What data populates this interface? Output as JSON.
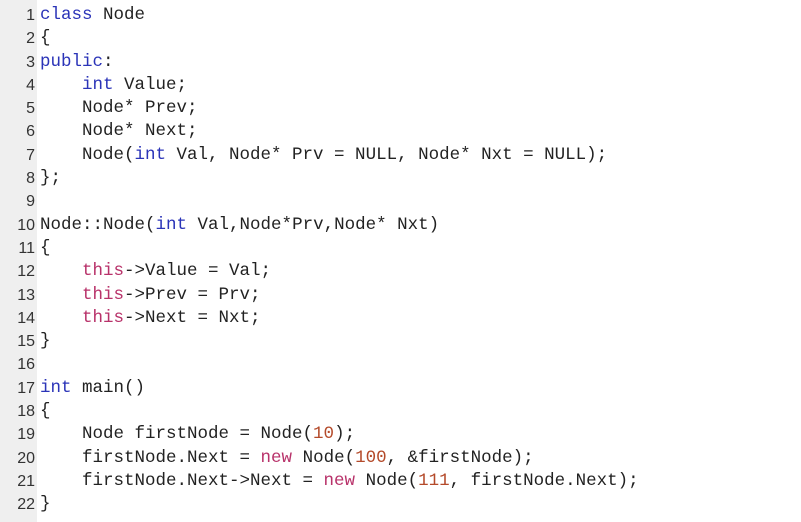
{
  "editor": {
    "colors": {
      "keyword": "#2b34b8",
      "this_new": "#b8326a",
      "number": "#b44a2a",
      "text": "#222222",
      "gutter": "#efefef"
    },
    "lines": [
      {
        "n": "1",
        "tokens": [
          {
            "t": "class",
            "c": "kw"
          },
          {
            "t": " Node",
            "c": ""
          }
        ]
      },
      {
        "n": "2",
        "tokens": [
          {
            "t": "{",
            "c": ""
          }
        ]
      },
      {
        "n": "3",
        "tokens": [
          {
            "t": "public",
            "c": "kw"
          },
          {
            "t": ":",
            "c": ""
          }
        ]
      },
      {
        "n": "4",
        "tokens": [
          {
            "t": "    ",
            "c": ""
          },
          {
            "t": "int",
            "c": "kw"
          },
          {
            "t": " Value;",
            "c": ""
          }
        ]
      },
      {
        "n": "5",
        "tokens": [
          {
            "t": "    Node* Prev;",
            "c": ""
          }
        ]
      },
      {
        "n": "6",
        "tokens": [
          {
            "t": "    Node* Next;",
            "c": ""
          }
        ]
      },
      {
        "n": "7",
        "tokens": [
          {
            "t": "    Node(",
            "c": ""
          },
          {
            "t": "int",
            "c": "kw"
          },
          {
            "t": " Val, Node* Prv = NULL, Node* Nxt = NULL);",
            "c": ""
          }
        ]
      },
      {
        "n": "8",
        "tokens": [
          {
            "t": "};",
            "c": ""
          }
        ]
      },
      {
        "n": "9",
        "tokens": [
          {
            "t": "",
            "c": ""
          }
        ]
      },
      {
        "n": "10",
        "tokens": [
          {
            "t": "Node::Node(",
            "c": ""
          },
          {
            "t": "int",
            "c": "kw"
          },
          {
            "t": " Val,Node*Prv,Node* Nxt)",
            "c": ""
          }
        ]
      },
      {
        "n": "11",
        "tokens": [
          {
            "t": "{",
            "c": ""
          }
        ]
      },
      {
        "n": "12",
        "tokens": [
          {
            "t": "    ",
            "c": ""
          },
          {
            "t": "this",
            "c": "ptr"
          },
          {
            "t": "->Value = Val;",
            "c": ""
          }
        ]
      },
      {
        "n": "13",
        "tokens": [
          {
            "t": "    ",
            "c": ""
          },
          {
            "t": "this",
            "c": "ptr"
          },
          {
            "t": "->Prev = Prv;",
            "c": ""
          }
        ]
      },
      {
        "n": "14",
        "tokens": [
          {
            "t": "    ",
            "c": ""
          },
          {
            "t": "this",
            "c": "ptr"
          },
          {
            "t": "->Next = Nxt;",
            "c": ""
          }
        ]
      },
      {
        "n": "15",
        "tokens": [
          {
            "t": "}",
            "c": ""
          }
        ]
      },
      {
        "n": "16",
        "tokens": [
          {
            "t": "",
            "c": ""
          }
        ]
      },
      {
        "n": "17",
        "tokens": [
          {
            "t": "int",
            "c": "kw"
          },
          {
            "t": " main()",
            "c": ""
          }
        ]
      },
      {
        "n": "18",
        "tokens": [
          {
            "t": "{",
            "c": ""
          }
        ]
      },
      {
        "n": "19",
        "tokens": [
          {
            "t": "    Node firstNode = Node(",
            "c": ""
          },
          {
            "t": "10",
            "c": "num"
          },
          {
            "t": ");",
            "c": ""
          }
        ]
      },
      {
        "n": "20",
        "tokens": [
          {
            "t": "    firstNode.Next = ",
            "c": ""
          },
          {
            "t": "new",
            "c": "ptr"
          },
          {
            "t": " Node(",
            "c": ""
          },
          {
            "t": "100",
            "c": "num"
          },
          {
            "t": ", &firstNode);",
            "c": ""
          }
        ]
      },
      {
        "n": "21",
        "tokens": [
          {
            "t": "    firstNode.Next->Next = ",
            "c": ""
          },
          {
            "t": "new",
            "c": "ptr"
          },
          {
            "t": " Node(",
            "c": ""
          },
          {
            "t": "111",
            "c": "num"
          },
          {
            "t": ", firstNode.Next);",
            "c": ""
          }
        ]
      },
      {
        "n": "22",
        "tokens": [
          {
            "t": "}",
            "c": ""
          }
        ]
      }
    ]
  }
}
